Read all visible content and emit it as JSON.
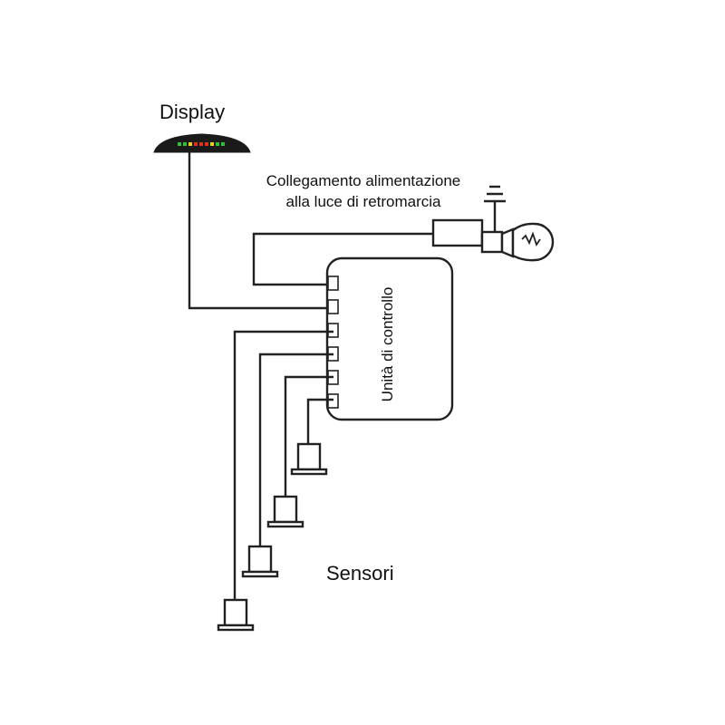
{
  "labels": {
    "display": "Display",
    "power_line1": "Collegamento alimentazione",
    "power_line2": "alla luce di retromarcia",
    "control_unit": "Unità di controllo",
    "sensors": "Sensori"
  },
  "colors": {
    "line": "#222222",
    "display_body": "#1a1a1a",
    "led_green": "#2fbf3a",
    "led_yellow": "#e8d21e",
    "led_red": "#e0301e"
  },
  "display_leds": [
    "green",
    "green",
    "yellow",
    "red",
    "red",
    "red",
    "yellow",
    "green",
    "green"
  ],
  "icons": [
    "ground-icon",
    "bulb-icon",
    "display-device-icon",
    "sensor-icon"
  ]
}
